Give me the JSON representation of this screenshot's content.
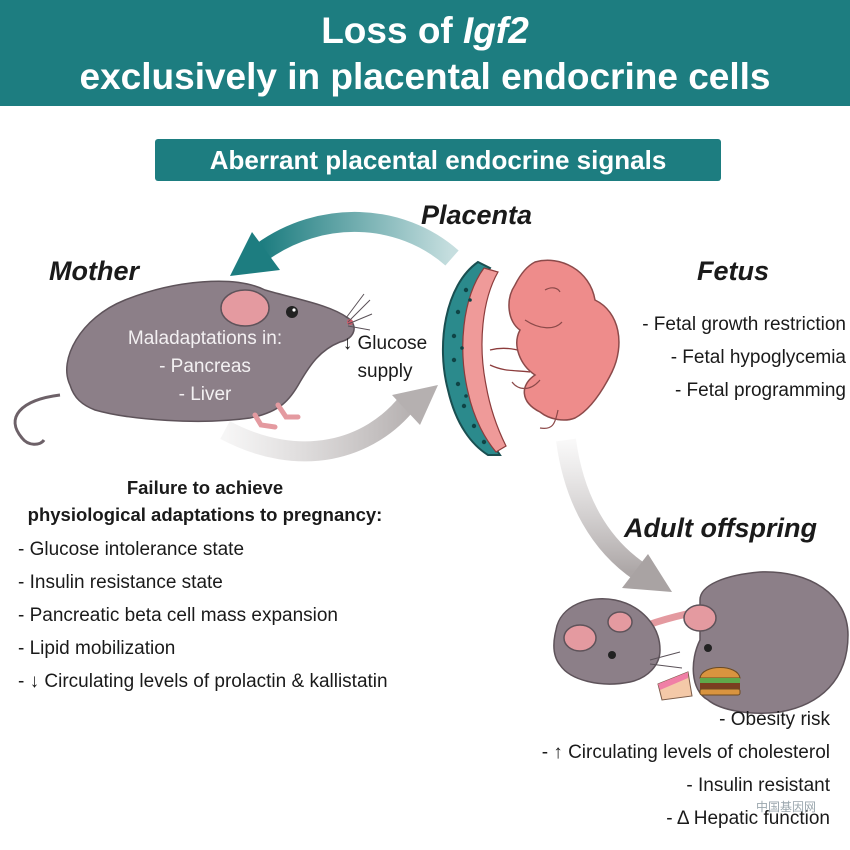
{
  "title": {
    "line1_prefix": "Loss of ",
    "line1_gene": "Igf2",
    "line2": "exclusively in placental endocrine cells"
  },
  "subtitle": "Aberrant placental endocrine signals",
  "labels": {
    "placenta": "Placenta",
    "mother": "Mother",
    "fetus": "Fetus",
    "adult_offspring": "Adult offspring"
  },
  "mother_maladaptations": {
    "heading": "Maladaptations in:",
    "items": [
      "- Pancreas",
      "- Liver"
    ]
  },
  "glucose_supply": [
    "↓ Glucose",
    "supply"
  ],
  "fetus_effects": [
    "- Fetal growth restriction",
    "- Fetal hypoglycemia",
    "- Fetal programming"
  ],
  "maternal_failure": {
    "heading_lines": [
      "Failure to achieve",
      "physiological adaptations to pregnancy:"
    ],
    "items": [
      "- Glucose intolerance state",
      "- Insulin resistance state",
      "- Pancreatic beta cell mass expansion",
      "- Lipid mobilization",
      "- ↓ Circulating levels of prolactin & kallistatin"
    ]
  },
  "adult_effects": [
    "- Obesity risk",
    "- ↑ Circulating levels of cholesterol",
    "- Insulin resistant",
    "- Δ Hepatic function"
  ],
  "watermark": "中国基因网",
  "colors": {
    "teal": "#1d7d80",
    "mouse_gray": "#8c7f88",
    "fetus_pink": "#ee8c8b",
    "ear_pink": "#e49aa0",
    "arrow_gray": "#c6c2c2"
  },
  "icons": [
    "mother-mouse-icon",
    "placenta-icon",
    "fetus-icon",
    "adult-mouse-icon",
    "cake-icon",
    "burger-icon"
  ]
}
